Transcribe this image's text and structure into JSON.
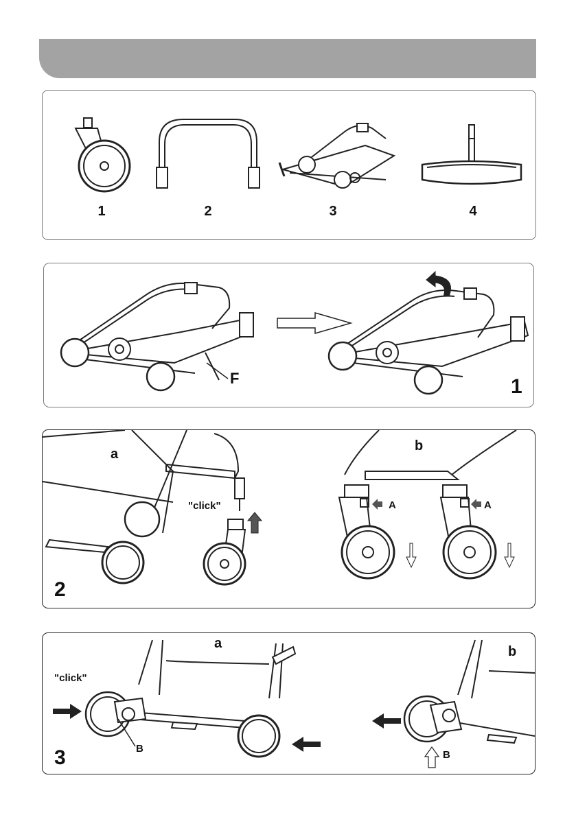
{
  "parts": [
    {
      "number": "1",
      "icon": "front-wheel-icon"
    },
    {
      "number": "2",
      "icon": "bumper-bar-icon"
    },
    {
      "number": "3",
      "icon": "folded-frame-icon"
    },
    {
      "number": "4",
      "icon": "rear-wheel-icon"
    }
  ],
  "step1": {
    "number": "1",
    "callout_f": "F"
  },
  "step2": {
    "number": "2",
    "sub_a": "a",
    "sub_b": "b",
    "click": "\"click\"",
    "callout_a1": "A",
    "callout_a2": "A"
  },
  "step3": {
    "number": "3",
    "sub_a": "a",
    "sub_b": "b",
    "click": "\"click\"",
    "callout_b1": "B",
    "callout_b2": "B"
  },
  "colors": {
    "header": "#a3a3a3",
    "line": "#222222",
    "arrow_fill": "#555555"
  }
}
